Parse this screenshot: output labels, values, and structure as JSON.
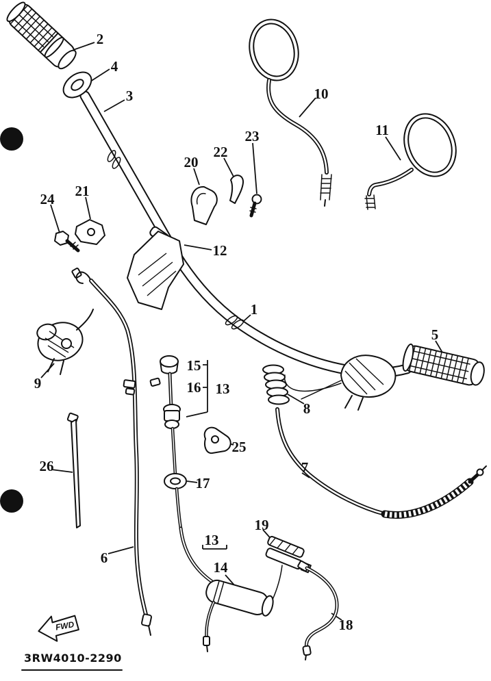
{
  "diagram": {
    "code": "3RW4010-2290",
    "fwd_label": "FWD",
    "ink_color": "#111111",
    "paper_color": "#ffffff",
    "callouts": [
      {
        "label": "2"
      },
      {
        "label": "4"
      },
      {
        "label": "3"
      },
      {
        "label": "10"
      },
      {
        "label": "11"
      },
      {
        "label": "23"
      },
      {
        "label": "22"
      },
      {
        "label": "20"
      },
      {
        "label": "21"
      },
      {
        "label": "24"
      },
      {
        "label": "12"
      },
      {
        "label": "1"
      },
      {
        "label": "5"
      },
      {
        "label": "9"
      },
      {
        "label": "15"
      },
      {
        "label": "16"
      },
      {
        "label": "13"
      },
      {
        "label": "8"
      },
      {
        "label": "25"
      },
      {
        "label": "26"
      },
      {
        "label": "17"
      },
      {
        "label": "7"
      },
      {
        "label": "6"
      },
      {
        "label": "19"
      },
      {
        "label": "13"
      },
      {
        "label": "14"
      },
      {
        "label": "18"
      }
    ]
  }
}
